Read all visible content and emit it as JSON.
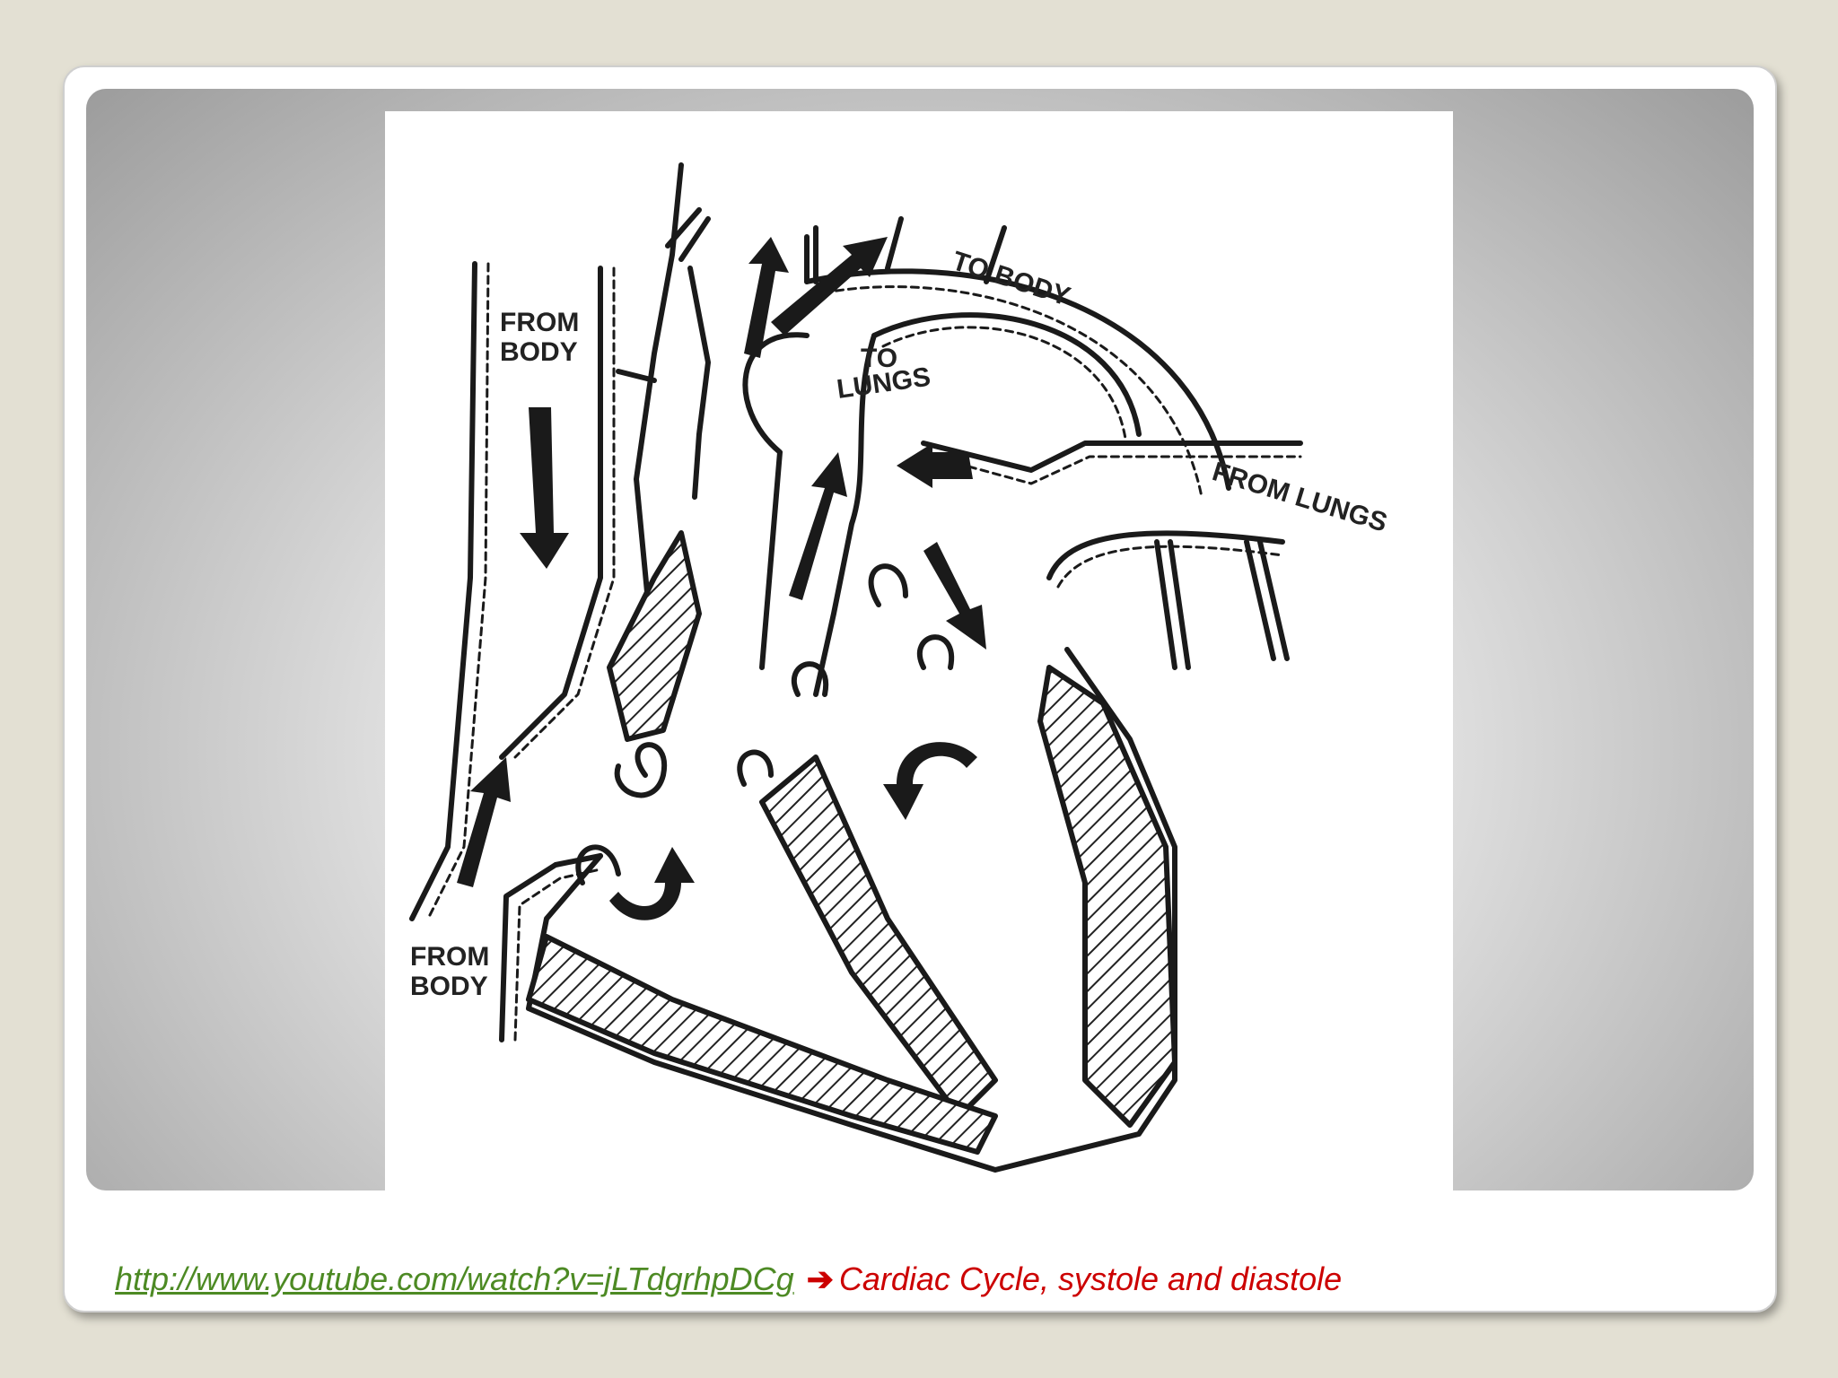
{
  "diagram": {
    "labels": {
      "from_body_top": [
        "FROM",
        "BODY"
      ],
      "to_lungs": [
        "TO",
        "LUNGS"
      ],
      "to_body": "TO BODY",
      "from_lungs": "FROM LUNGS",
      "from_body_bottom": [
        "FROM",
        "BODY"
      ]
    }
  },
  "caption": {
    "link": "http://www.youtube.com/watch?v=jLTdgrhpDCg",
    "arrow": "➔",
    "description": "Cardiac Cycle, systole and diastole"
  }
}
